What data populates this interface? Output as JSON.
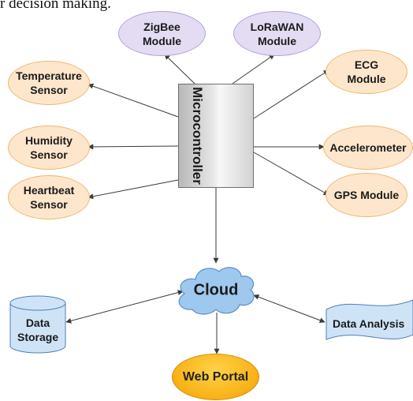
{
  "header_text": "r decision making.",
  "nodes": {
    "zigbee": "ZigBee\nModule",
    "lorawan": "LoRaWAN\nModule",
    "temperature": "Temperature\nSensor",
    "ecg": "ECG\nModule",
    "humidity": "Humidity\nSensor",
    "accelerometer": "Accelerometer",
    "heartbeat": "Heartbeat\nSensor",
    "gps": "GPS Module",
    "microcontroller": "Microcontroller",
    "cloud": "Cloud",
    "data_storage": "Data\nStorage",
    "data_analysis": "Data Analysis",
    "web_portal": "Web Portal"
  },
  "colors": {
    "module_fill": "#e3dcf2",
    "sensor_fill": "#fde6cc",
    "cloud_fill": "#9fc8ef",
    "web_portal_fill": "#f8b419",
    "storage_fill": "#cfe3f7",
    "arrow": "#3a3a3a"
  }
}
